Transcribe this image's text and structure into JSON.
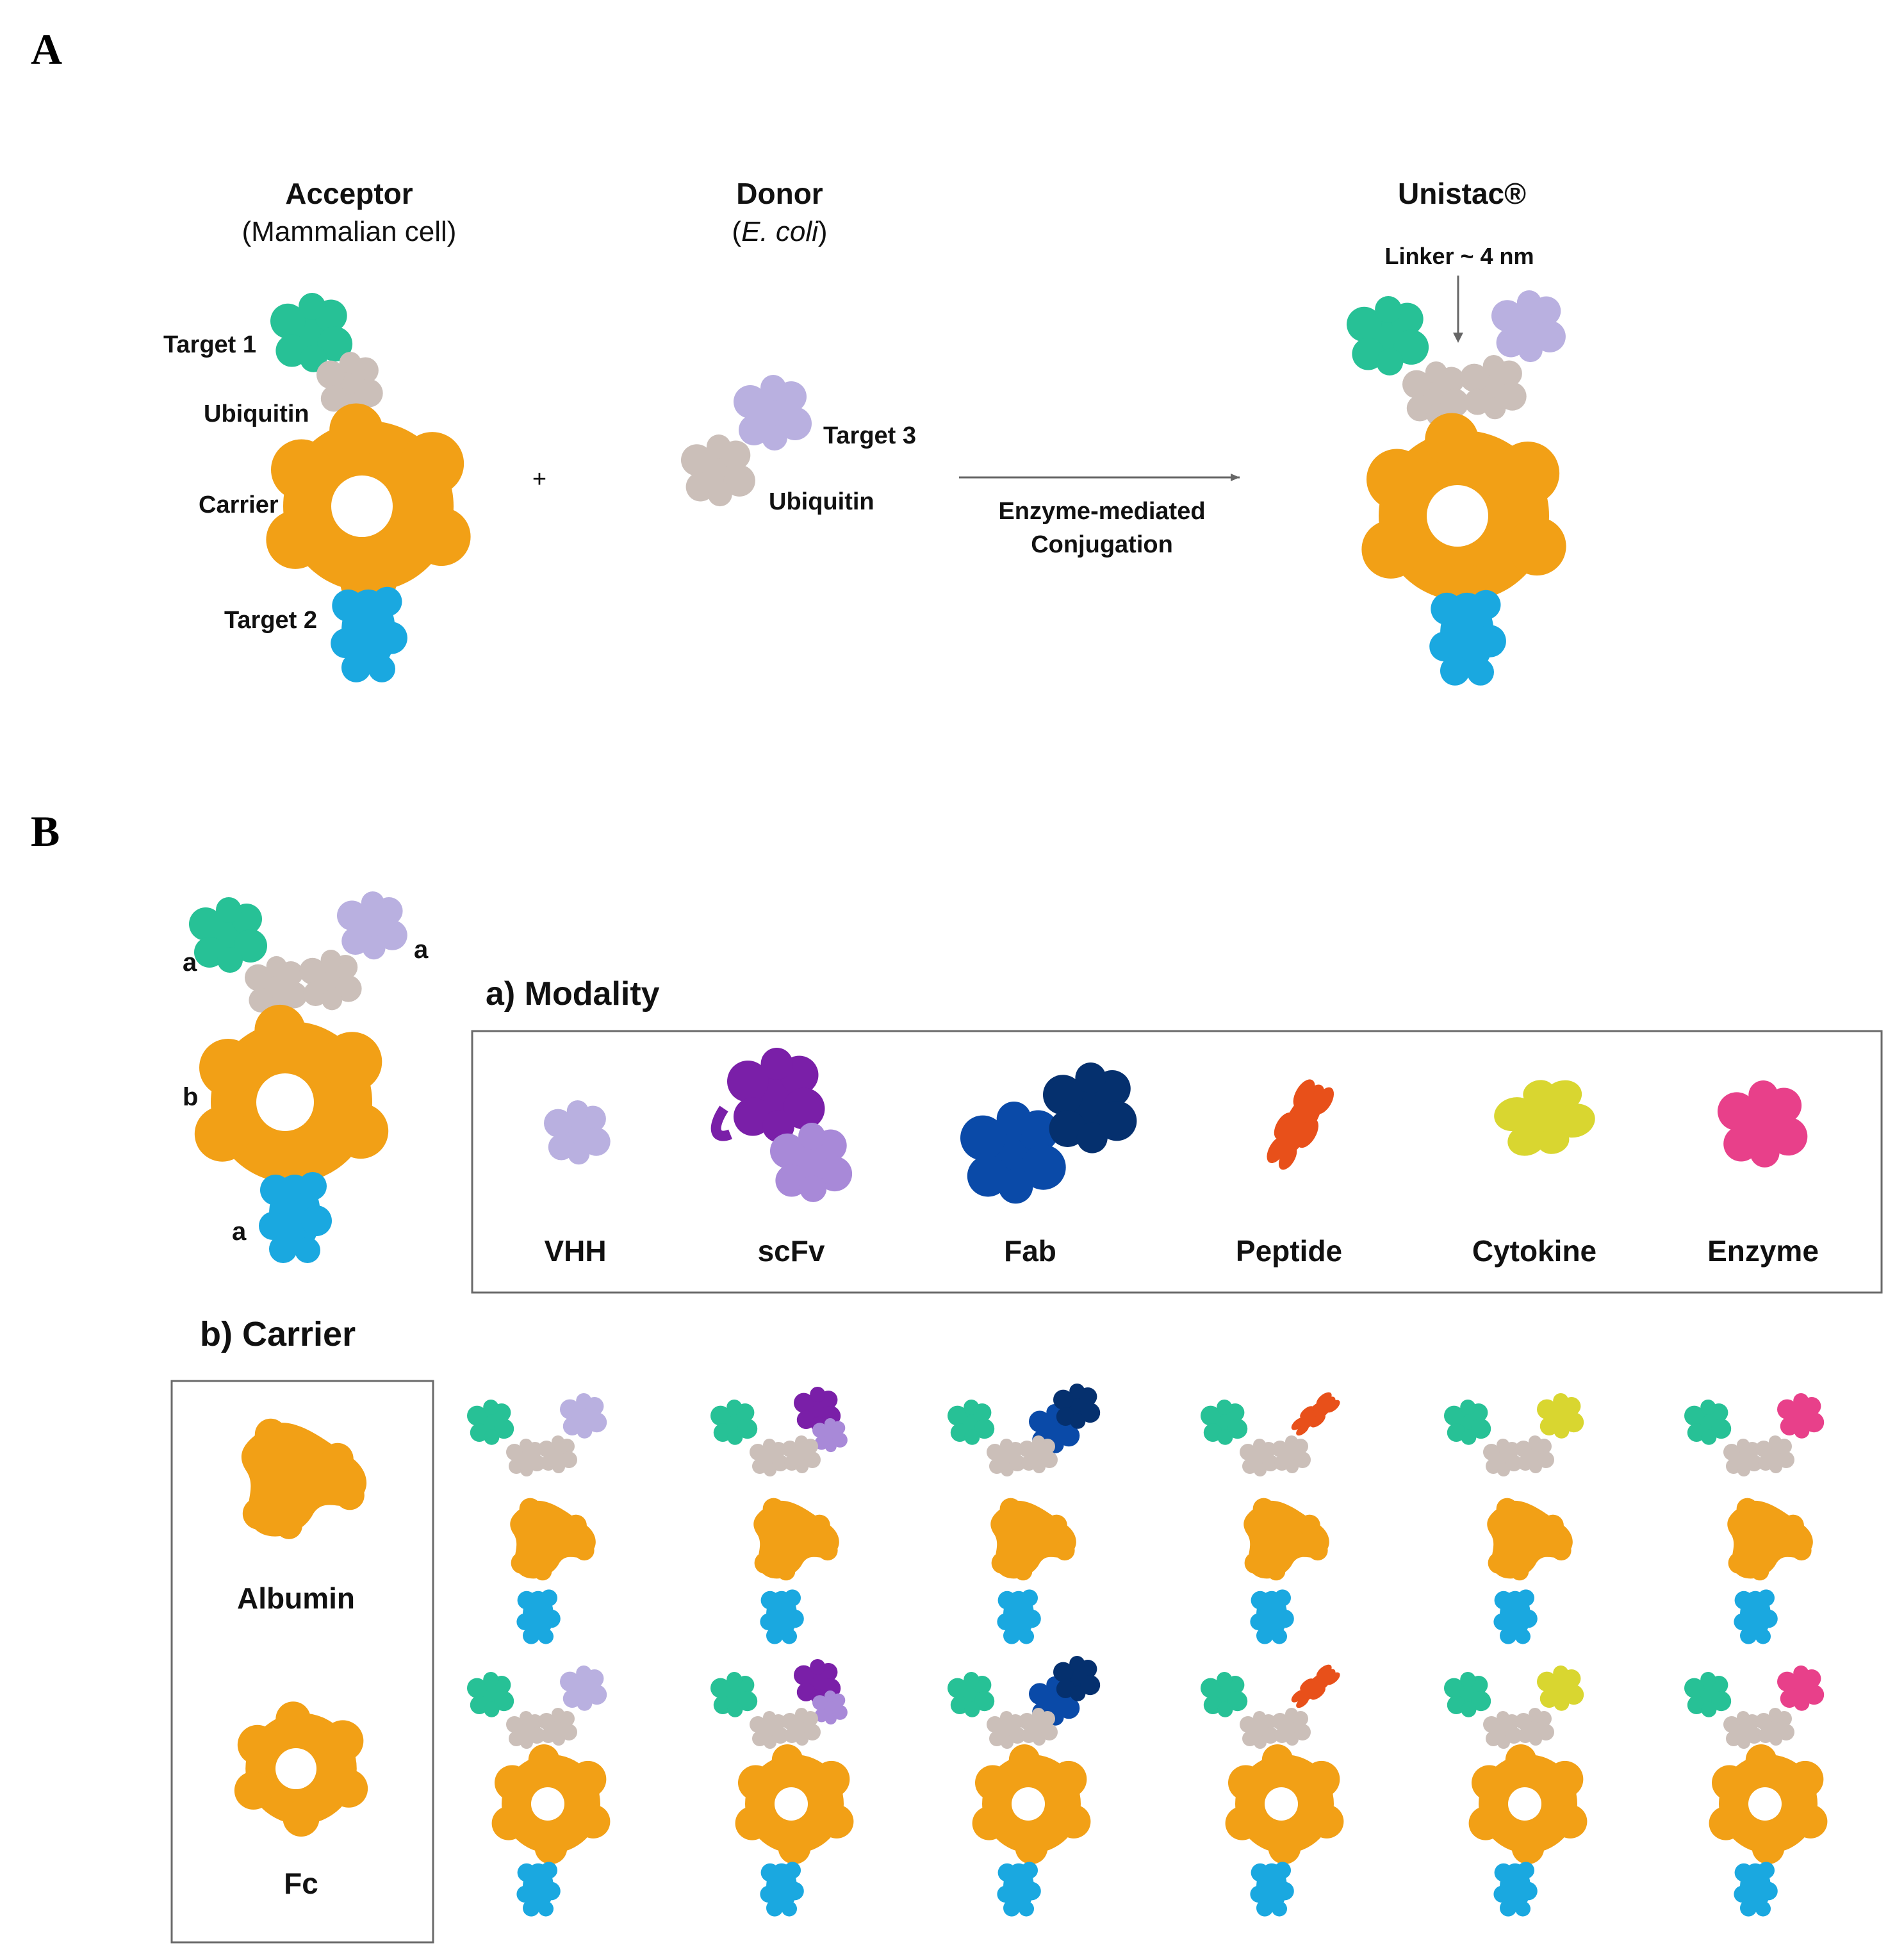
{
  "panel_a": {
    "letter": "A",
    "acceptor": {
      "title": "Acceptor",
      "subtitle": "(Mammalian cell)"
    },
    "donor": {
      "title": "Donor",
      "subtitle_paren_open": "(",
      "subtitle_italic": "E. coli",
      "subtitle_paren_close": ")"
    },
    "product": {
      "title": "Unistac®",
      "linker": "Linker ~ 4 nm"
    },
    "labels": {
      "target1": "Target 1",
      "ubiquitin_acceptor": "Ubiquitin",
      "carrier": "Carrier",
      "target2": "Target 2",
      "target3": "Target 3",
      "ubiquitin_donor": "Ubiquitin"
    },
    "plus": "+",
    "reaction_line1": "Enzyme-mediated",
    "reaction_line2": "Conjugation"
  },
  "panel_b": {
    "letter": "B",
    "schematic_labels": {
      "a_left": "a",
      "a_right": "a",
      "b": "b",
      "a_bottom": "a"
    },
    "modality": {
      "heading": "a) Modality",
      "items": [
        {
          "label": "VHH",
          "color": "#b9b0e0"
        },
        {
          "label": "scFv",
          "color": "#7a1fa8"
        },
        {
          "label": "Fab",
          "color": "#0a4aa8"
        },
        {
          "label": "Peptide",
          "color": "#e8501a"
        },
        {
          "label": "Cytokine",
          "color": "#d9d630"
        },
        {
          "label": "Enzyme",
          "color": "#e8408a"
        }
      ]
    },
    "carrier": {
      "heading": "b)  Carrier",
      "items": [
        {
          "label": "Albumin"
        },
        {
          "label": "Fc"
        }
      ]
    }
  },
  "colors": {
    "target1_green": "#27c196",
    "ubiquitin_gray": "#cbbfb9",
    "carrier_orange": "#f2a016",
    "target2_blue": "#1aa8e0",
    "target3_lavender": "#b9b0e0",
    "scfv_purple": "#7a1fa8",
    "scfv_light": "#a889d8",
    "fab_blue": "#0a4aa8",
    "fab_dark": "#05306e",
    "peptide_orange": "#e8501a",
    "cytokine_yellow": "#d9d630",
    "enzyme_pink": "#e8408a"
  }
}
